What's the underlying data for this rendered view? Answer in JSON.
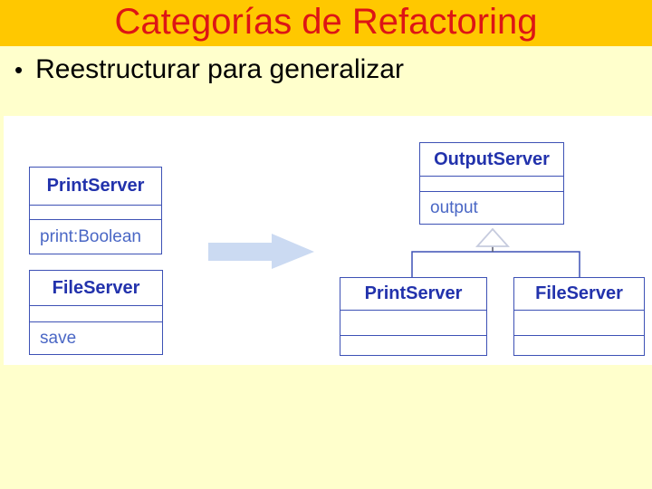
{
  "slide": {
    "title": "Categorías de Refactoring",
    "bullet_marker": "•",
    "bullet": "Reestructurar para generalizar"
  },
  "diagram": {
    "before": {
      "print_server": {
        "name": "PrintServer",
        "attribute": "print:Boolean"
      },
      "file_server": {
        "name": "FileServer",
        "attribute": "save"
      }
    },
    "after": {
      "output_server": {
        "name": "OutputServer",
        "attribute": "output"
      },
      "print_server": {
        "name": "PrintServer",
        "attribute": ""
      },
      "file_server": {
        "name": "FileServer",
        "attribute": ""
      }
    }
  },
  "icons": {
    "transform_arrow": "right-block-arrow",
    "generalization_triangle": "hollow-triangle-up"
  },
  "colors": {
    "banner_bg": "#FFC800",
    "slide_bg": "#FFFFCC",
    "title_text": "#DD1515",
    "bullet_text": "#000000",
    "panel_bg": "#FFFFFF",
    "box_border": "#3D51B5",
    "box_title_text": "#2232AC",
    "box_attr_text": "#4A67C5",
    "arrow_fill": "#CBDAF2",
    "triangle_stroke": "#C6CBDE"
  }
}
